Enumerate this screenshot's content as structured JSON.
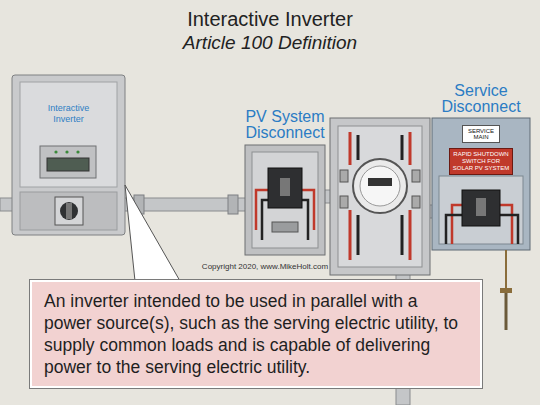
{
  "diagram": {
    "title": "Interactive Inverter",
    "nodes": [
      {
        "text": [
          "Interactive Inverter"
        ]
      },
      {
        "text": [
          "PV System Disconnect"
        ]
      },
      {
        "text": [
          "Service Disconnect"
        ]
      },
      {
        "text": [
          "SERVICE MAIN"
        ],
        "in": 2
      },
      {
        "text": [
          "RAPID SHUTDOWN SWITCH FOR SOLAR PV SYSTEM"
        ],
        "in": 2
      },
      {
        "text": [
          "An inverter intended to be used in parallel with a power source(s), such as the serving electric utility, to supply common loads and is capable of delivering power to the serving electric utility."
        ]
      }
    ],
    "edges": [
      {
        "from": 5,
        "to": 0,
        "arrow": "none"
      }
    ],
    "labels": [
      "Article 100 Definition",
      "Copyright 2020, www.MikeHolt.com"
    ]
  }
}
